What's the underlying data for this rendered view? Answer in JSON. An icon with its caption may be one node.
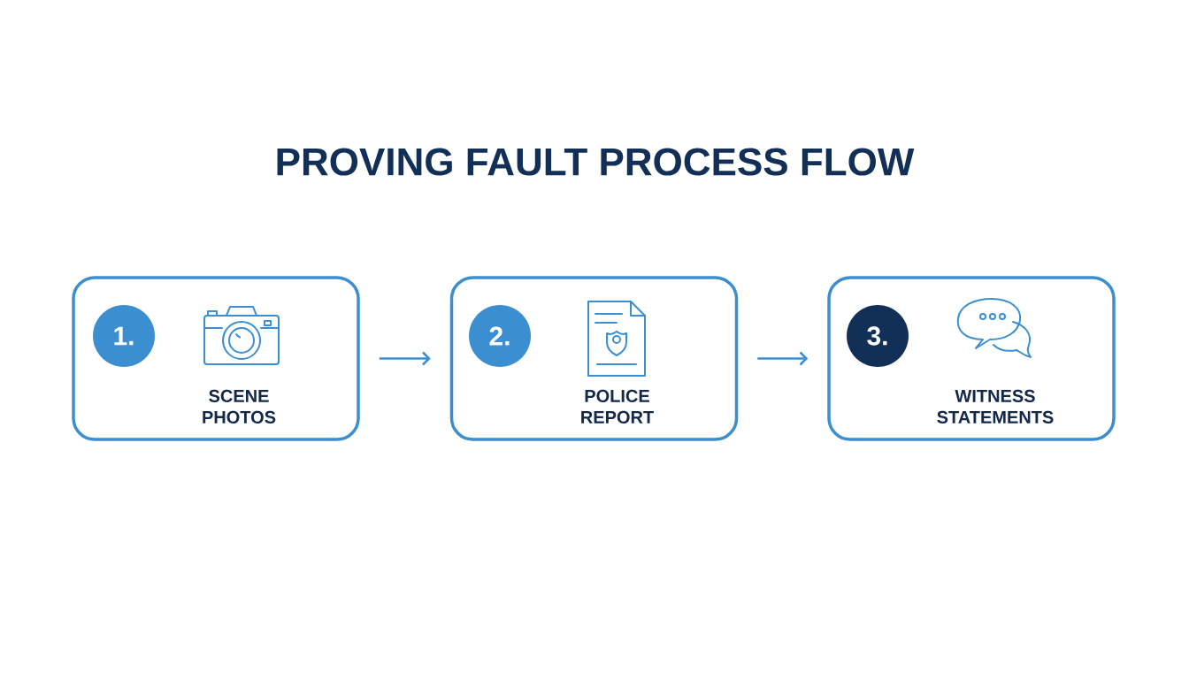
{
  "diagram": {
    "title": "PROVING FAULT PROCESS FLOW",
    "nodes": [
      {
        "text": [
          "SCENE PHOTOS"
        ]
      },
      {
        "text": [
          "1."
        ],
        "in": 0
      },
      {
        "text": [
          "POLICE REPORT"
        ]
      },
      {
        "text": [
          "2."
        ],
        "in": 2
      },
      {
        "text": [
          "WITNESS STATEMENTS"
        ]
      },
      {
        "text": [
          "3."
        ],
        "in": 4
      }
    ],
    "edges": [
      {
        "from": 0,
        "to": 2,
        "arrow": "to"
      },
      {
        "from": 2,
        "to": 4,
        "arrow": "to"
      }
    ]
  }
}
